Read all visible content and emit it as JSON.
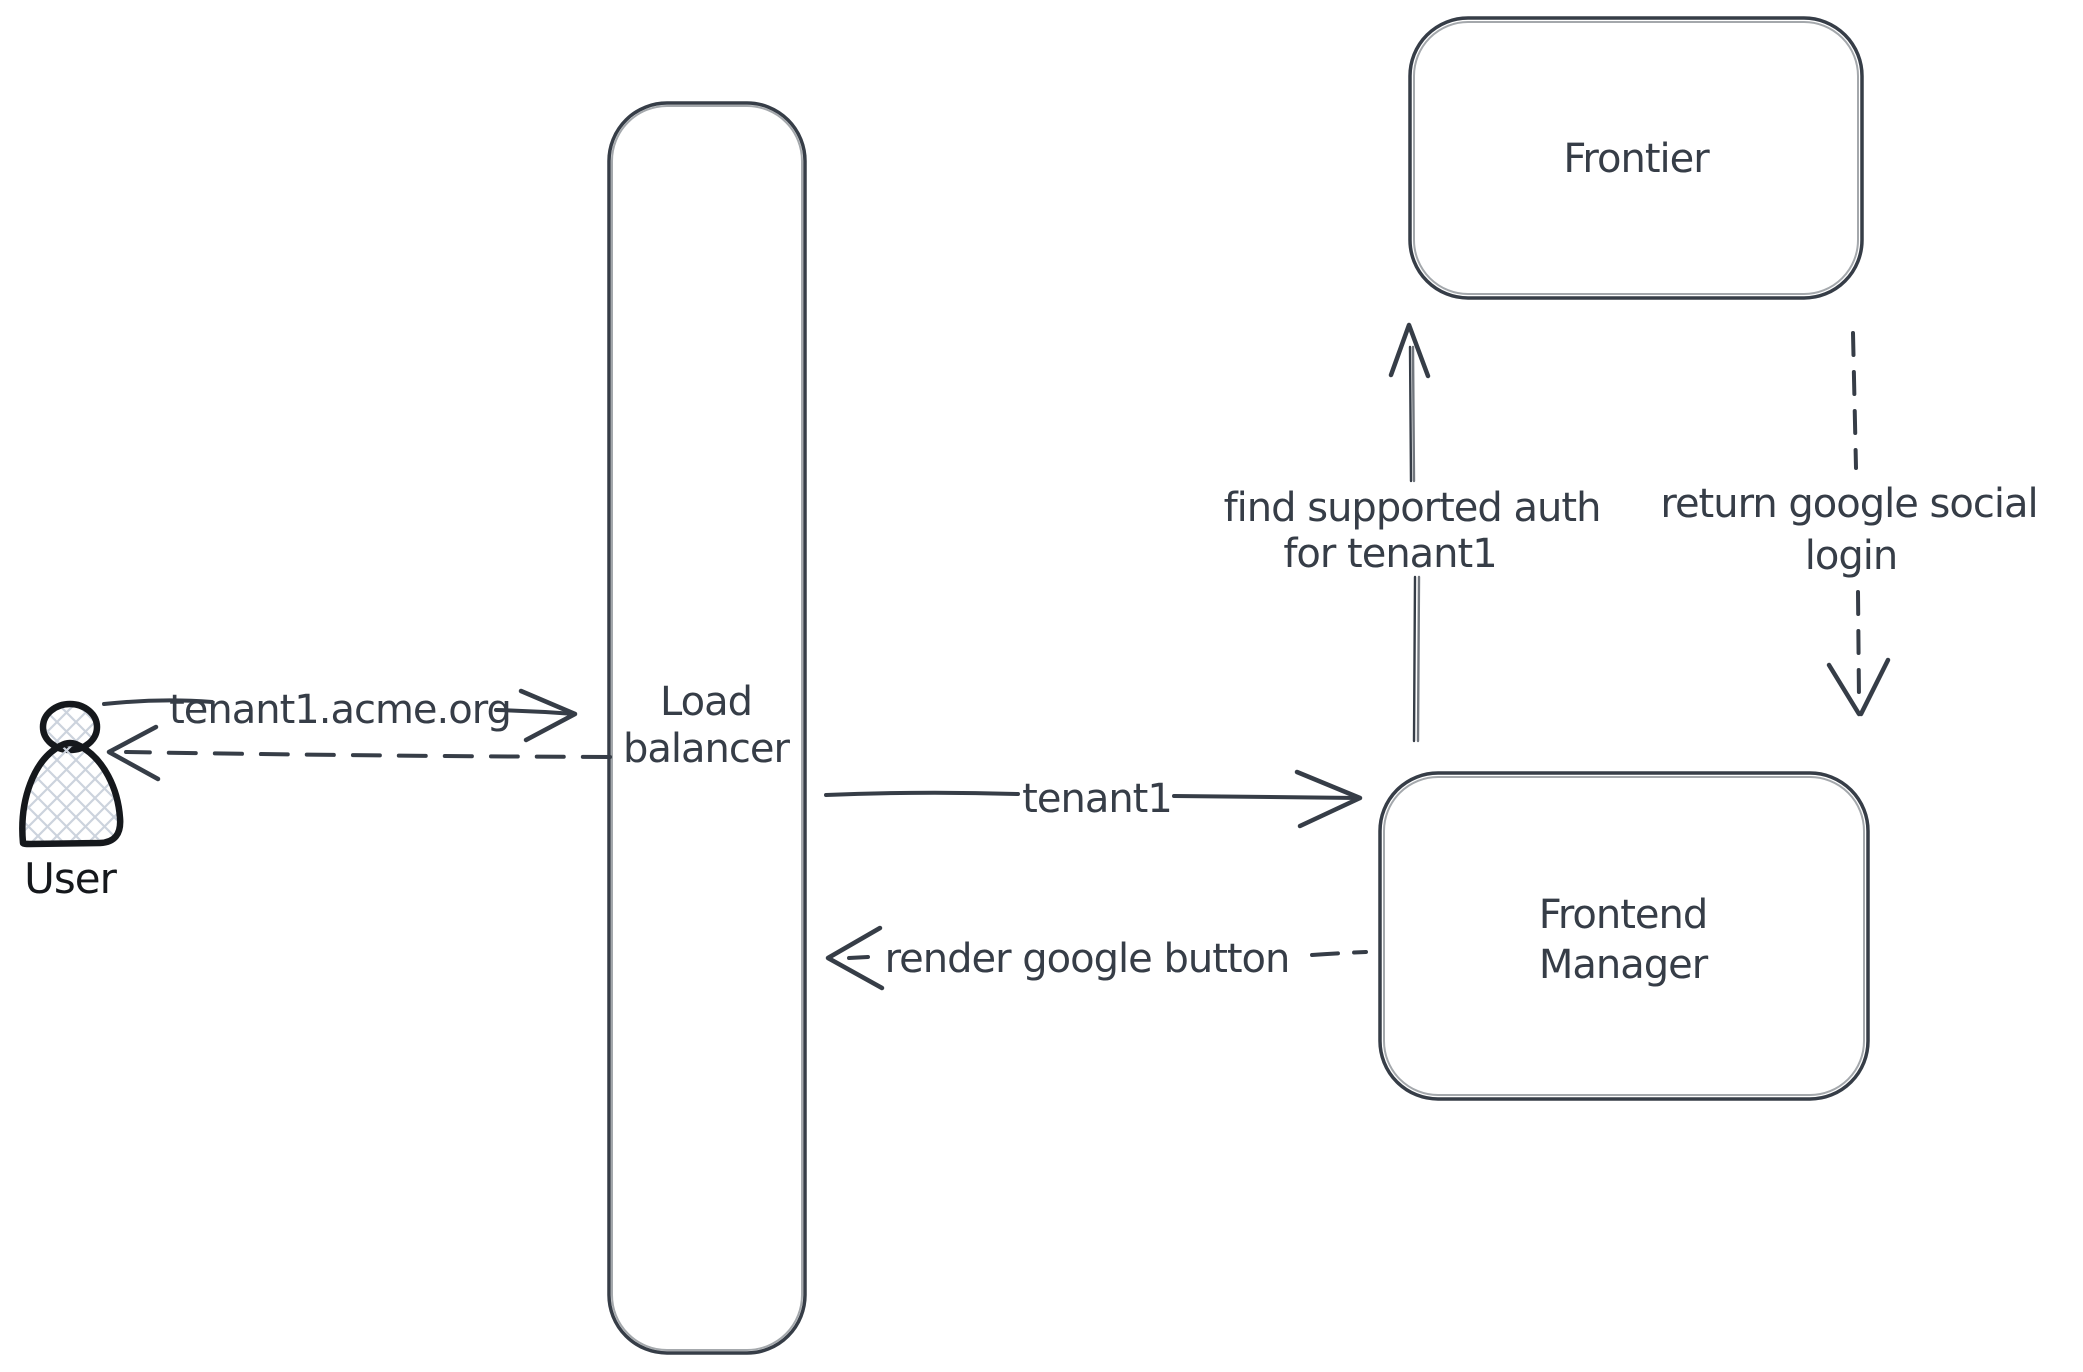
{
  "nodes": {
    "user": {
      "label": "User"
    },
    "load_balancer": {
      "label_line1": "Load",
      "label_line2": "balancer"
    },
    "frontier": {
      "label": "Frontier"
    },
    "frontend_manager": {
      "label_line1": "Frontend",
      "label_line2": "Manager"
    }
  },
  "edges": {
    "user_to_load_balancer": {
      "label": "tenant1.acme.org",
      "style": "solid-arrow-right"
    },
    "load_balancer_to_user": {
      "style": "dashed-arrow-left"
    },
    "load_balancer_to_frontend_manager": {
      "label": "tenant1",
      "style": "solid-arrow-right"
    },
    "frontend_manager_to_load_balancer": {
      "label": "render google button",
      "style": "dashed-arrow-left"
    },
    "frontend_manager_to_frontier": {
      "label_line1": "find supported auth",
      "label_line2": "for tenant1",
      "style": "solid-arrow-up"
    },
    "frontier_to_frontend_manager": {
      "label_line1": "return google social",
      "label_line2": "login",
      "style": "dashed-arrow-down"
    }
  },
  "colors": {
    "stroke": "#363d47",
    "text": "#363d47",
    "user_icon_stroke": "#15181c",
    "hatch_fill": "#ccd3dd",
    "background": "#ffffff"
  }
}
